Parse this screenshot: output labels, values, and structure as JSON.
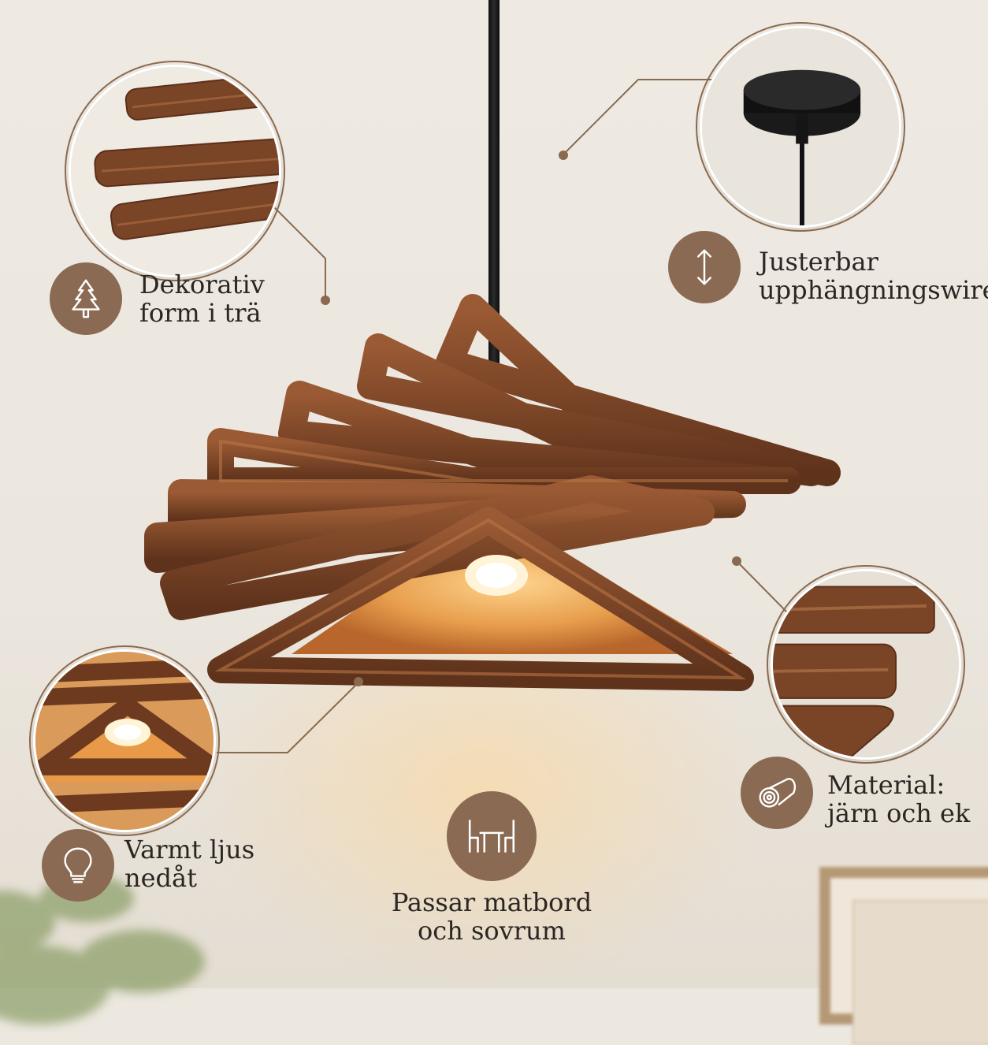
{
  "features": [
    {
      "id": "decorative",
      "icon": "tree-icon",
      "line1": "Dekorativ",
      "line2": "form i trä"
    },
    {
      "id": "wire",
      "icon": "up-down-arrow-icon",
      "line1": "Justerbar",
      "line2": "upphängningswire"
    },
    {
      "id": "light",
      "icon": "light-bulb-icon",
      "line1": "Varmt ljus",
      "line2": "nedåt"
    },
    {
      "id": "table",
      "icon": "dining-table-icon",
      "line1": "Passar matbord",
      "line2": "och sovrum"
    },
    {
      "id": "material",
      "icon": "wood-log-icon",
      "line1": "Material:",
      "line2": "järn och ek"
    }
  ],
  "colors": {
    "badge": "#8a6a52",
    "wood": "#7a4427",
    "wood_light": "#a0623a",
    "text": "#2b2623",
    "background": "#ece7df"
  }
}
